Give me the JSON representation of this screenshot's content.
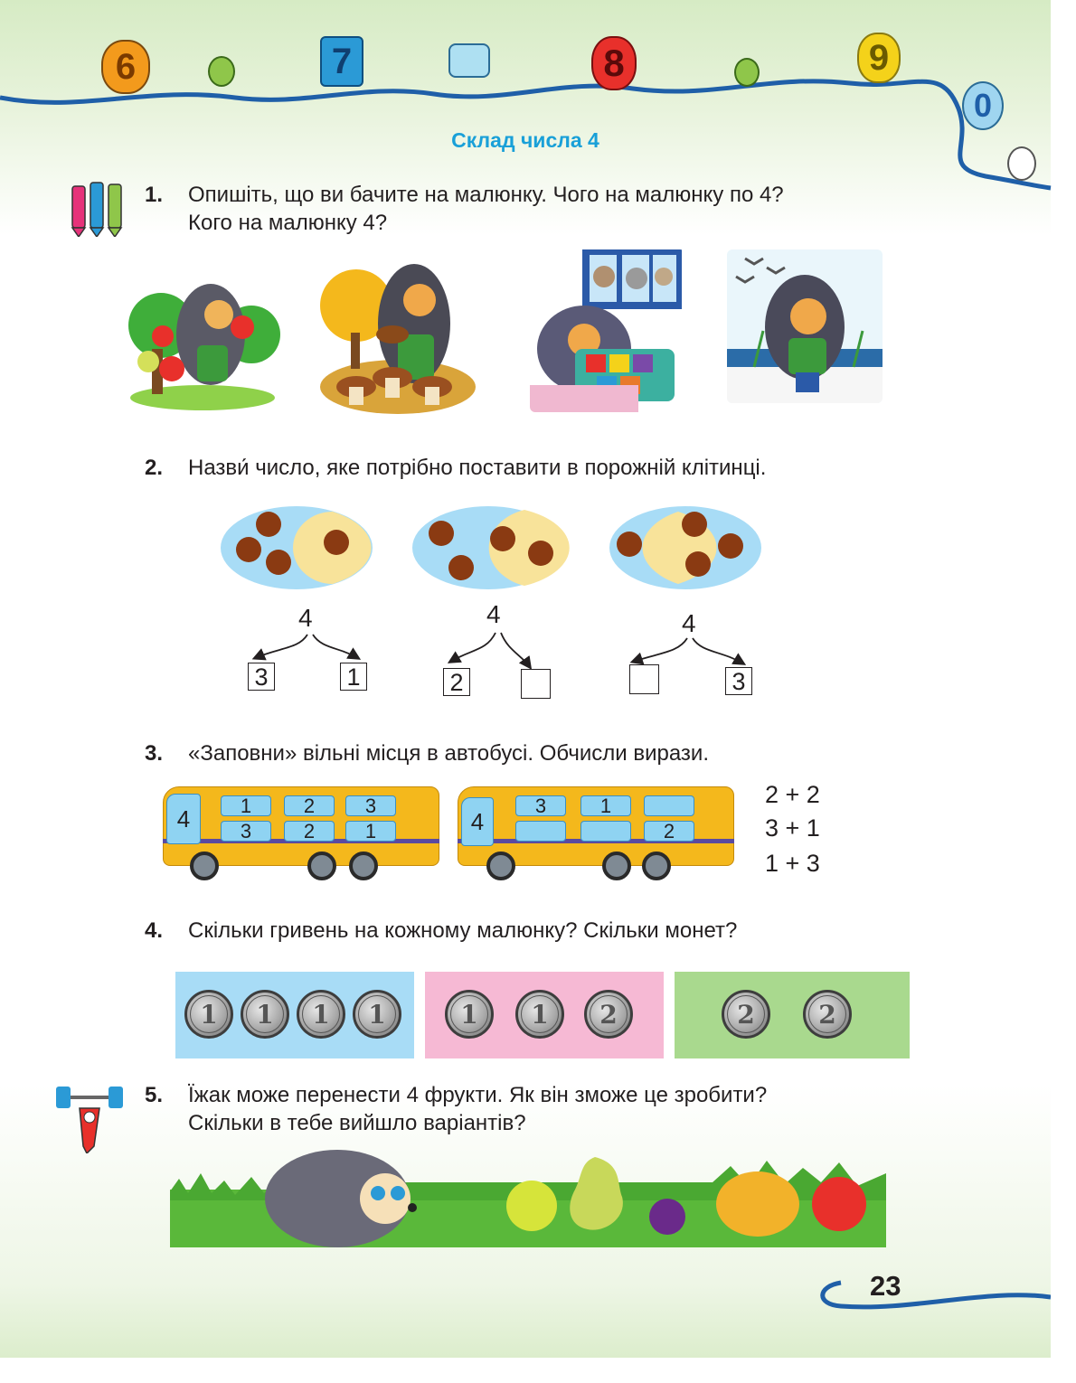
{
  "header": {
    "title": "Склад числа 4",
    "mascots": [
      "6",
      "7",
      "8",
      "9",
      "0"
    ]
  },
  "task1": {
    "number": "1.",
    "line1": "Опишіть, що ви бачите на малюнку. Чого на малюнку по 4?",
    "line2": "Кого на малюнку 4?",
    "pictures": [
      "hedgehog-apples-picture",
      "hedgehog-mushrooms-picture",
      "hedgehog-sleeping-picture",
      "hedgehog-snowdrops-picture"
    ]
  },
  "task2": {
    "number": "2.",
    "text": "Назви́ число, яке потрібно поставити в порожній клітинці.",
    "diagrams": [
      {
        "total": "4",
        "left": "3",
        "right": "1"
      },
      {
        "total": "4",
        "left": "2",
        "right": ""
      },
      {
        "total": "4",
        "left": "",
        "right": "3"
      }
    ]
  },
  "task3": {
    "number": "3.",
    "text": "«Заповни» вільні місця в автобусі. Обчисли вирази.",
    "bus1": {
      "label": "4",
      "top": [
        "1",
        "2",
        "3"
      ],
      "bottom": [
        "3",
        "2",
        "1"
      ]
    },
    "bus2": {
      "label": "4",
      "top": [
        "3",
        "1",
        ""
      ],
      "bottom": [
        "",
        "",
        "2"
      ]
    },
    "expressions": [
      "2 + 2",
      "3 + 1",
      "1 + 3"
    ]
  },
  "task4": {
    "number": "4.",
    "text": "Скільки гривень на кожному малюнку? Скільки монет?",
    "groups": [
      {
        "color": "#a8dcf6",
        "coins": [
          "1",
          "1",
          "1",
          "1"
        ]
      },
      {
        "color": "#f6b9d4",
        "coins": [
          "1",
          "1",
          "2"
        ]
      },
      {
        "color": "#a9d98e",
        "coins": [
          "2",
          "2"
        ]
      }
    ]
  },
  "task5": {
    "number": "5.",
    "line1": "Їжак може перенести 4 фрукти. Як він зможе це зробити?",
    "line2": "Скільки в тебе вийшло варіантів?"
  },
  "footer": {
    "page_number": "23"
  },
  "colors": {
    "title": "#19a0d8",
    "bus": "#f4b81c",
    "seat": "#8fd3f2",
    "wave": "#1f5fa8"
  }
}
